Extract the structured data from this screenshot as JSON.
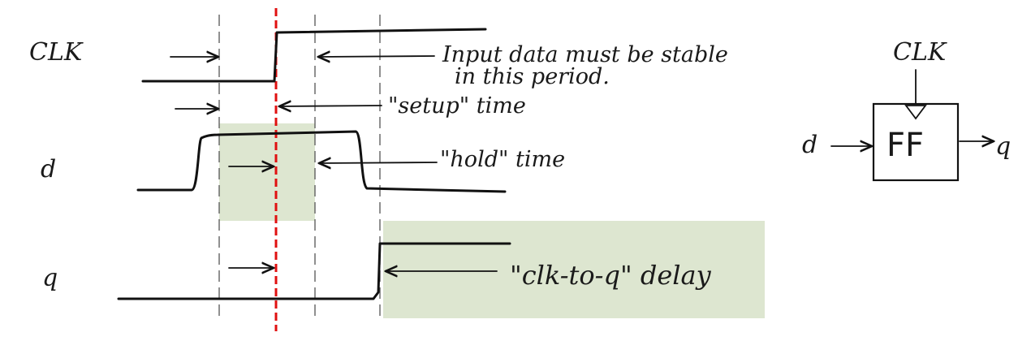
{
  "signals": {
    "clk": "CLK",
    "d": "d",
    "q": "q"
  },
  "annotations": {
    "stable_line1": "Input data must be stable",
    "stable_line2": "in this period.",
    "setup": "\"setup\" time",
    "hold": "\"hold\" time",
    "clk_to_q": "\"clk-to-q\" delay"
  },
  "flipflop": {
    "clock_input": "CLK",
    "label": "FF",
    "input": "d",
    "output": "q"
  },
  "colors": {
    "ink": "#111111",
    "highlight": "#dde6d0",
    "clock_edge": "#e01010"
  }
}
